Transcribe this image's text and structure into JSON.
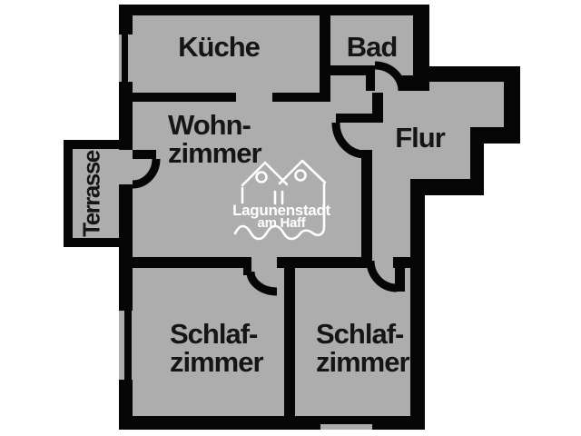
{
  "plan_title": "apartment-floor-plan",
  "colors": {
    "background": "#ffffff",
    "floor": "#adadad",
    "wall": "#060606",
    "label": "#151515",
    "watermark": "#ffffff"
  },
  "rooms": {
    "kueche": {
      "label": "Küche"
    },
    "bad": {
      "label": "Bad"
    },
    "flur": {
      "label": "Flur"
    },
    "wohnzimmer": {
      "line1": "Wohn-",
      "line2": "zimmer"
    },
    "schlafzimmer_links": {
      "line1": "Schlaf-",
      "line2": "zimmer"
    },
    "schlafzimmer_rechts": {
      "line1": "Schlaf-",
      "line2": "zimmer"
    },
    "terrasse": {
      "label": "Terrasse"
    }
  },
  "watermark": {
    "line1": "Lagunenstadt",
    "line2": "am Haff"
  }
}
